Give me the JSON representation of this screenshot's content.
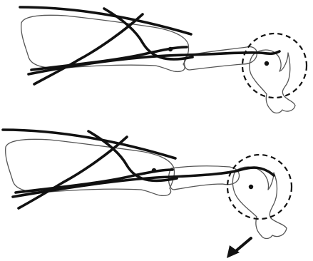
{
  "colors": {
    "background": "#ffffff",
    "band_line": "#111111",
    "bone_outline": "#555555",
    "dashed_circle": "#111111",
    "arrow": "#111111"
  },
  "panels": [
    {
      "id": "top",
      "icon": "neutral-position"
    },
    {
      "id": "bottom",
      "icon": "displaced-position"
    }
  ],
  "arrow": {
    "icon": "arrow-down-left-icon"
  }
}
